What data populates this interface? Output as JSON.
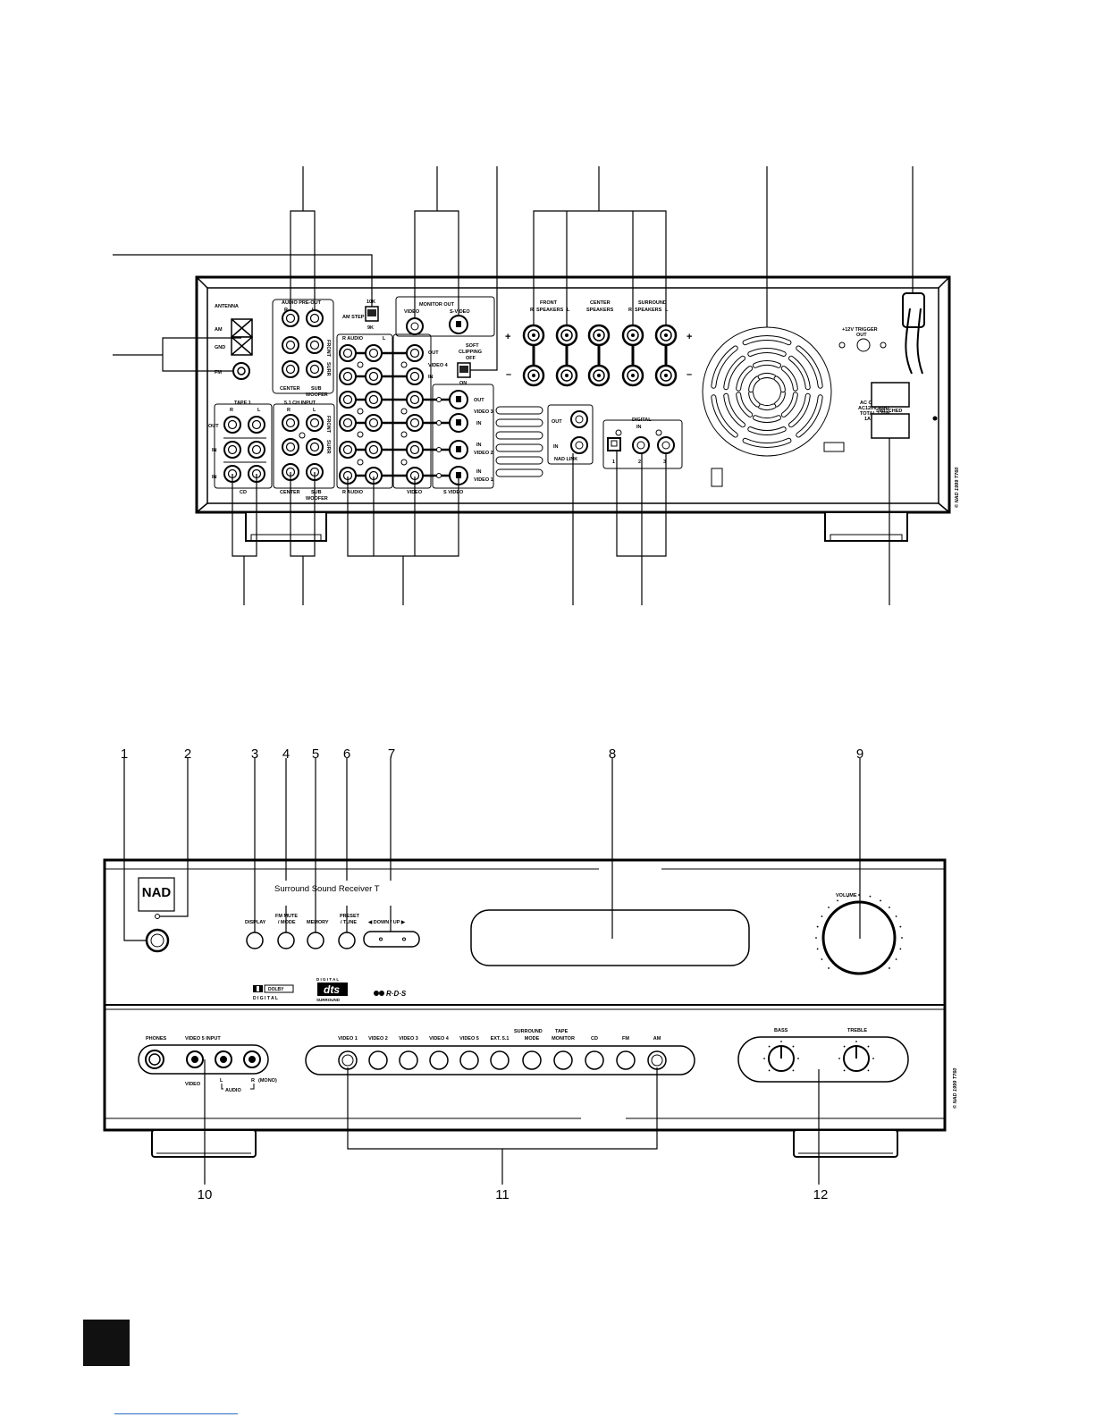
{
  "rear": {
    "antenna": {
      "title": "ANTENNA",
      "am": "AM",
      "gnd": "GND",
      "fm": "FM"
    },
    "audio_preout": {
      "title": "AUDIO PRE-OUT",
      "r": "R",
      "l": "L",
      "front": "FRONT",
      "surr": "SURR",
      "center": "CENTER",
      "sub": "SUB",
      "woofer": "WOOFER"
    },
    "am_step": {
      "label": "AM STEP",
      "k10": "10K",
      "k9": "9K"
    },
    "monitor_out": {
      "title": "MONITOR OUT",
      "video": "VIDEO",
      "svideo": "S-VIDEO"
    },
    "soft_clipping": {
      "soft": "SOFT",
      "clipping": "CLIPPING",
      "off": "OFF",
      "on": "ON"
    },
    "audio_r": "R AUDIO",
    "audio_l": "L",
    "video4": "VIDEO 4",
    "out": "OUT",
    "in": "IN",
    "video3": "VIDEO 3",
    "video2": "VIDEO 2",
    "video1": "VIDEO 1",
    "video_label": "VIDEO",
    "svideo_label": "S VIDEO",
    "tape1": "TAPE 1",
    "cd": "CD",
    "ch51": "5.1 CH INPUT",
    "nad_link": "NAD LINK",
    "digital_in": {
      "title": "DIGITAL",
      "in": "IN",
      "n1": "1",
      "n2": "2",
      "n3": "3"
    },
    "speakers": {
      "front": "FRONT",
      "center": "CENTER",
      "surround": "SURROUND",
      "speakers": "SPEAKERS",
      "r": "R",
      "l": "L",
      "plus": "+",
      "minus": "–"
    },
    "trigger": {
      "l1": "+12V TRIGGER",
      "l2": "OUT"
    },
    "ac": {
      "l1": "AC OUTLETS",
      "l2": "AC120V 60Hz",
      "l3": "TOTAL 120W",
      "l4": "1A MAX.",
      "switched": "SWITCHED"
    },
    "copyright": "© NAD 1999  T760"
  },
  "front": {
    "logo": "NAD",
    "model": "Surround  Sound  Receiver  T",
    "buttons": {
      "display": "DISPLAY",
      "fm_mute": "FM MUTE",
      "mode": "/ MODE",
      "memory": "MEMORY",
      "preset": "PRESET",
      "tune": "/ TUNE",
      "down_up": "◀ DOWN / UP ▶"
    },
    "volume": "VOLUME",
    "dolby": "DOLBY",
    "digital": "D I G I T A L",
    "dts_top": "D I G I T A L",
    "dts": "dts",
    "dts_bottom": "SURROUND",
    "rds": "R·D·S",
    "phones": "PHONES",
    "video5_input": "VIDEO 5  INPUT",
    "v5_video": "VIDEO",
    "v5_audio": "AUDIO",
    "v5_l": "L",
    "v5_r": "R",
    "v5_mono": "(MONO)",
    "sources": [
      "VIDEO 1",
      "VIDEO 2",
      "VIDEO 3",
      "VIDEO 4",
      "VIDEO 5",
      "EXT. 5.1",
      "MODE",
      "MONITOR",
      "CD",
      "FM",
      "AM"
    ],
    "surround_top": "SURROUND",
    "tape_top": "TAPE",
    "bass": "BASS",
    "treble": "TREBLE",
    "copyright": "© NAD 1999 T760"
  },
  "callouts": [
    "1",
    "2",
    "3",
    "4",
    "5",
    "6",
    "7",
    "8",
    "9",
    "10",
    "11",
    "12"
  ]
}
